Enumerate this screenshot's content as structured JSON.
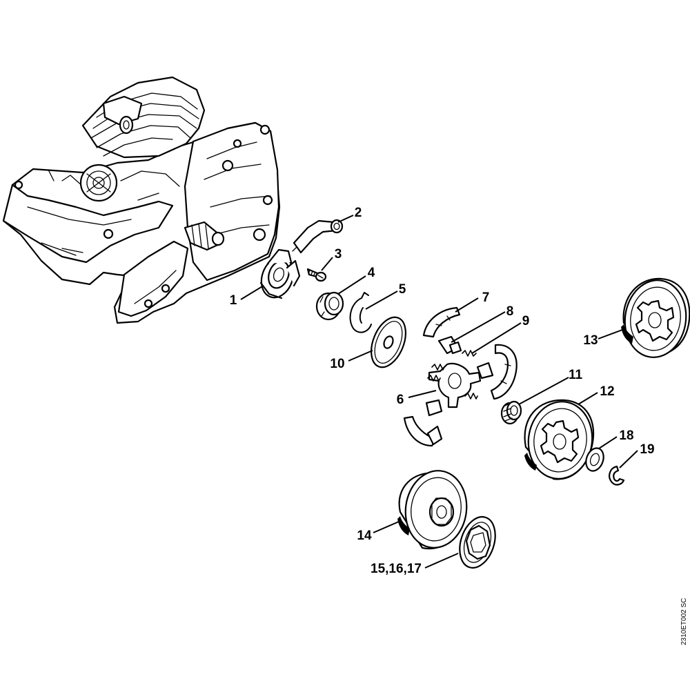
{
  "diagram_ref": "2310ET002 SC",
  "callouts": [
    {
      "id": "c1",
      "label": "1"
    },
    {
      "id": "c2",
      "label": "2"
    },
    {
      "id": "c3",
      "label": "3"
    },
    {
      "id": "c4",
      "label": "4"
    },
    {
      "id": "c5",
      "label": "5"
    },
    {
      "id": "c6",
      "label": "6"
    },
    {
      "id": "c7",
      "label": "7"
    },
    {
      "id": "c8",
      "label": "8"
    },
    {
      "id": "c9",
      "label": "9"
    },
    {
      "id": "c10",
      "label": "10"
    },
    {
      "id": "c11",
      "label": "11"
    },
    {
      "id": "c12",
      "label": "12"
    },
    {
      "id": "c13",
      "label": "13"
    },
    {
      "id": "c14",
      "label": "14"
    },
    {
      "id": "c15",
      "label": "15,16,17"
    },
    {
      "id": "c18",
      "label": "18"
    },
    {
      "id": "c19",
      "label": "19"
    }
  ]
}
